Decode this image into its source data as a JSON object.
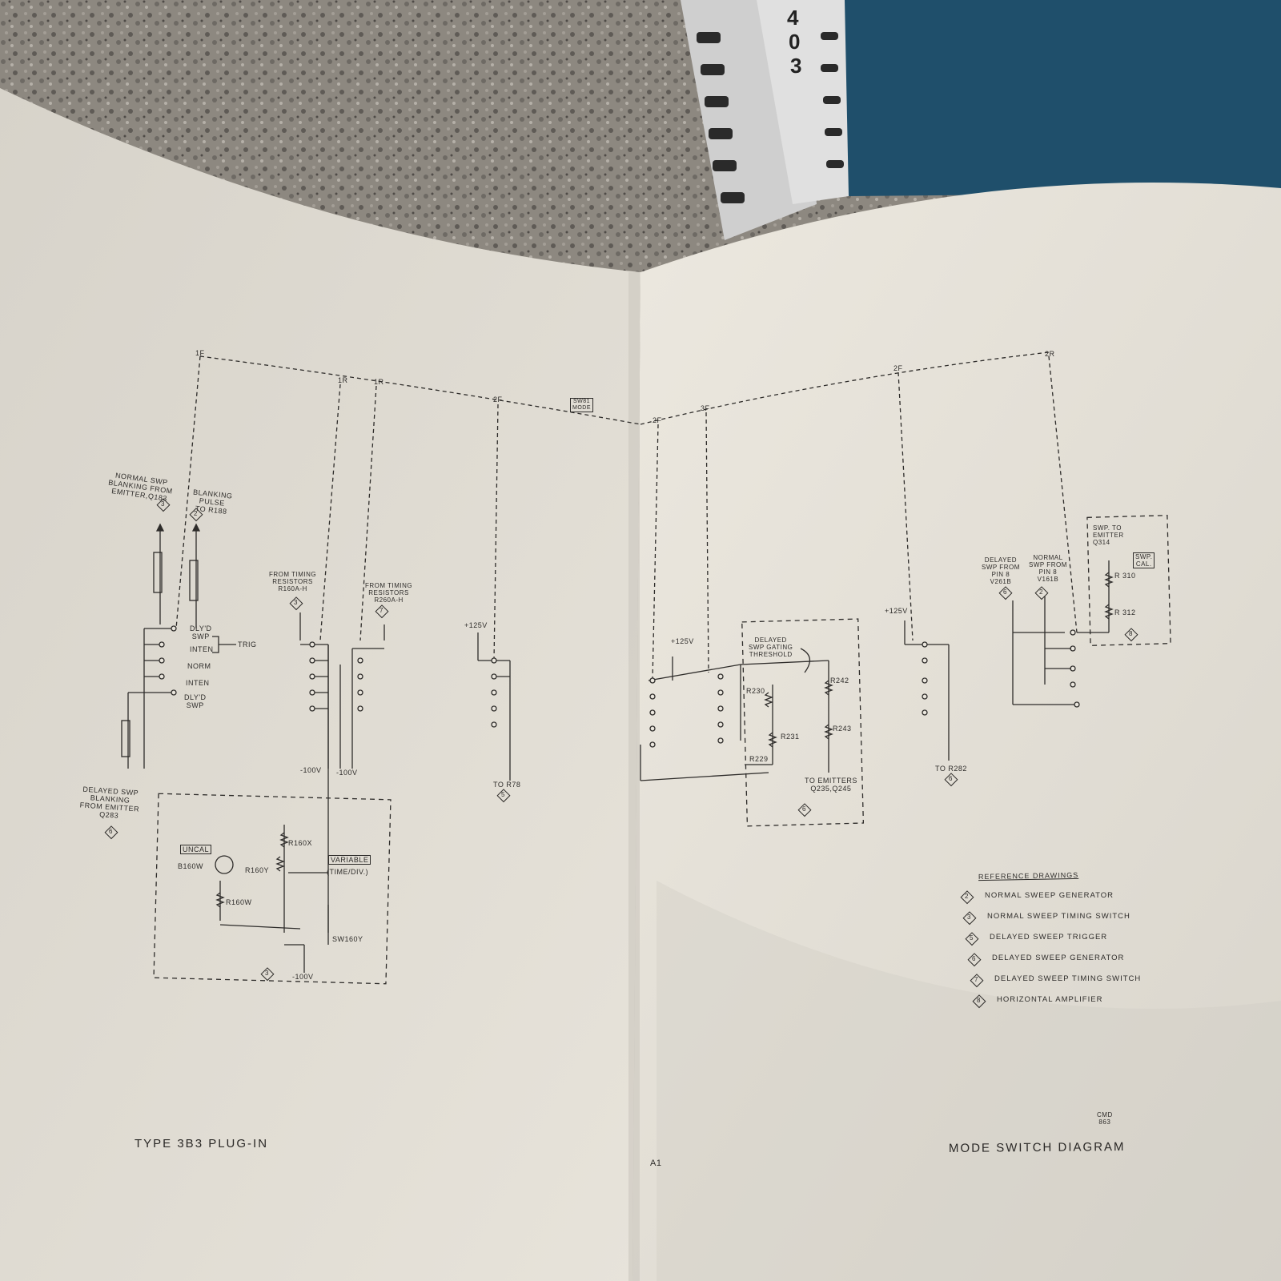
{
  "spine_text": [
    "4",
    "0",
    "3"
  ],
  "left_page": {
    "footer": "TYPE 3B3 PLUG-IN",
    "switch_taps": [
      "1F",
      "1R",
      "1R",
      "2F"
    ],
    "switch_label": "SW81\nMODE",
    "labels": {
      "normal_swp_blanking": "NORMAL SWP\nBLANKING FROM\nEMITTER,Q183",
      "ref3a": "3",
      "blanking_pulse": "BLANKING\nPULSE\nTO R188",
      "ref2a": "2",
      "dlyd_swp": "DLY'D\nSWP",
      "inten1": "INTEN",
      "trig": "TRIG",
      "norm": "NORM",
      "inten2": "INTEN",
      "dlyd_swp2": "DLY'D\nSWP",
      "delayed_swp_blanking": "DELAYED SWP\nBLANKING\nFROM EMITTER\nQ283",
      "ref6a": "6",
      "from_timing_r160": "FROM TIMING\nRESISTORS\nR160A-H",
      "ref3b": "3",
      "from_timing_r260": "FROM TIMING\nRESISTORS\nR260A-H",
      "ref7a": "7",
      "minus100_a": "-100V",
      "minus100_b": "-100V",
      "plus125_a": "+125V",
      "to_r78": "TO R78",
      "ref5a": "5",
      "uncal": "UNCAL",
      "b160w": "B160W",
      "r160x": "R160X",
      "r160y": "R160Y",
      "variable": "VARIABLE",
      "time_div": "(TIME/DIV.)",
      "r160w": "R160W",
      "sw160y": "SW160Y",
      "ref3c": "3",
      "minus100_c": "-100V"
    }
  },
  "right_page": {
    "footer": "MODE SWITCH DIAGRAM",
    "drawing_no": "CMD\n863",
    "page_number": "A1",
    "switch_taps": [
      "2F",
      "3F",
      "2F",
      "2R"
    ],
    "labels": {
      "plus125_b": "+125V",
      "delayed_swp_gating": "DELAYED\nSWP GATING\nTHRESHOLD",
      "r242": "R242",
      "r230": "R230",
      "r231": "R231",
      "r243": "R243",
      "r229": "R229",
      "to_emitters": "TO EMITTERS\nQ235,Q245",
      "ref6b": "6",
      "plus125_c": "+125V",
      "to_r282": "TO R282",
      "ref6c": "6",
      "delayed_swp_from_pin": "DELAYED\nSWP FROM\nPIN 8\nV261B",
      "ref6d": "6",
      "normal_swp_from_pin": "NORMAL\nSWP FROM\nPIN 8\nV161B",
      "ref2b": "2",
      "swp_to_emitter": "SWP. TO\nEMITTER\nQ314",
      "swp_cal": "SWP.\nCAL.",
      "r310": "R 310",
      "r312": "R 312",
      "ref8a": "8"
    },
    "reference_drawings": {
      "title": "REFERENCE DRAWINGS",
      "items": [
        {
          "num": "2",
          "label": "NORMAL SWEEP GENERATOR"
        },
        {
          "num": "3",
          "label": "NORMAL SWEEP TIMING SWITCH"
        },
        {
          "num": "5",
          "label": "DELAYED SWEEP TRIGGER"
        },
        {
          "num": "6",
          "label": "DELAYED SWEEP GENERATOR"
        },
        {
          "num": "7",
          "label": "DELAYED SWEEP TIMING SWITCH"
        },
        {
          "num": "8",
          "label": "HORIZONTAL AMPLIFIER"
        }
      ]
    }
  },
  "colors": {
    "paper_left": "#e9e5dc",
    "paper_right": "#ebe7de",
    "ink": "#2e2c2a",
    "granite": "#8f8a82",
    "cloth_blue": "#1f4f6b",
    "binder": "#d8d8d8"
  }
}
